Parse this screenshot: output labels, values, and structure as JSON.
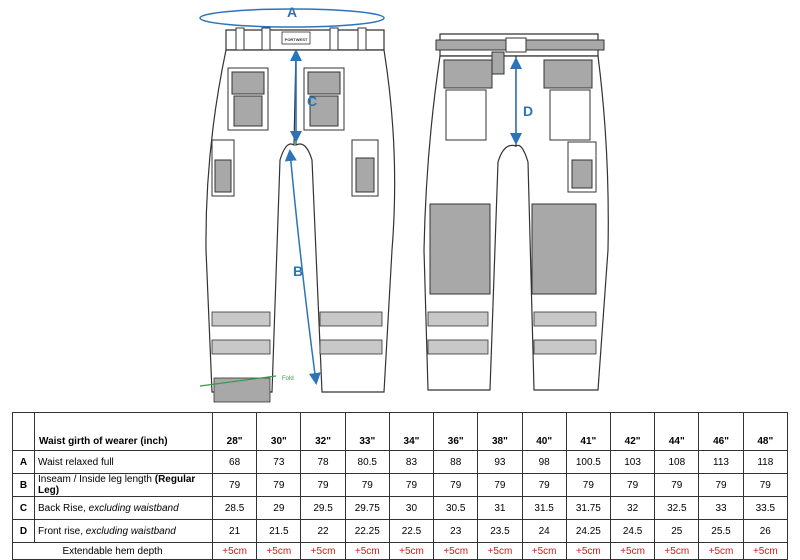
{
  "diagram": {
    "labels": {
      "A": "A",
      "B": "B",
      "C": "C",
      "D": "D"
    },
    "fold_label": "Fold",
    "brand_label": "PORTWEST",
    "colors": {
      "arrow": "#2c74b8",
      "line": "#333333",
      "panel": "#a8a8a8",
      "fold": "#3a9a4a"
    }
  },
  "table": {
    "title": "Waist girth of wearer (inch)",
    "sizes": [
      "28\"",
      "30\"",
      "32\"",
      "33\"",
      "34\"",
      "36\"",
      "38\"",
      "40\"",
      "41\"",
      "42\"",
      "44\"",
      "46\"",
      "48\""
    ],
    "rows": [
      {
        "code": "A",
        "label": "Waist relaxed full",
        "values": [
          "68",
          "73",
          "78",
          "80.5",
          "83",
          "88",
          "93",
          "98",
          "100.5",
          "103",
          "108",
          "113",
          "118"
        ]
      },
      {
        "code": "B",
        "label_plain": "Inseam / Inside leg length ",
        "label_bold": "(Regular Leg)",
        "values": [
          "79",
          "79",
          "79",
          "79",
          "79",
          "79",
          "79",
          "79",
          "79",
          "79",
          "79",
          "79",
          "79"
        ]
      },
      {
        "code": "C",
        "label_plain": "Back Rise, ",
        "label_italic": "excluding waistband",
        "values": [
          "28.5",
          "29",
          "29.5",
          "29.75",
          "30",
          "30.5",
          "31",
          "31.5",
          "31.75",
          "32",
          "32.5",
          "33",
          "33.5"
        ]
      },
      {
        "code": "D",
        "label_plain": "Front rise, ",
        "label_italic": "excluding waistband",
        "values": [
          "21",
          "21.5",
          "22",
          "22.25",
          "22.5",
          "23",
          "23.5",
          "24",
          "24.25",
          "24.5",
          "25",
          "25.5",
          "26"
        ]
      }
    ],
    "hem": {
      "label": "Extendable hem depth",
      "values": [
        "+5cm",
        "+5cm",
        "+5cm",
        "+5cm",
        "+5cm",
        "+5cm",
        "+5cm",
        "+5cm",
        "+5cm",
        "+5cm",
        "+5cm",
        "+5cm",
        "+5cm"
      ]
    }
  }
}
